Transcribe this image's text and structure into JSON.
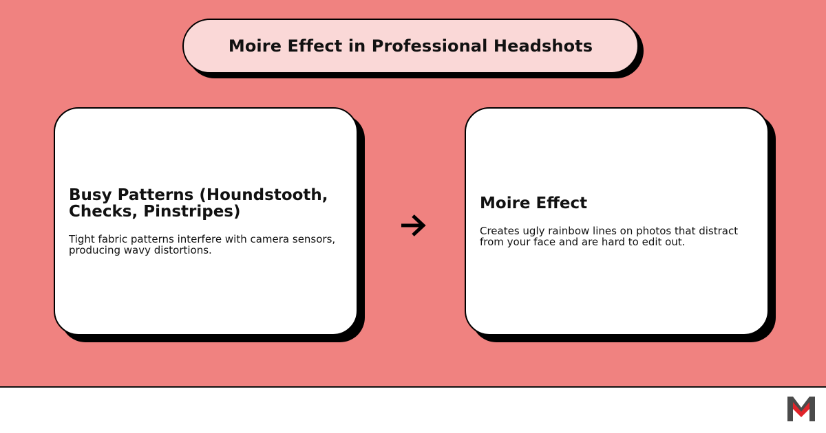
{
  "title": "Moire Effect in Professional Headshots",
  "cards": [
    {
      "heading": "Busy Patterns (Houndstooth, Checks, Pinstripes)",
      "body": "Tight fabric patterns interfere with camera sensors, producing wavy distortions."
    },
    {
      "heading": "Moire Effect",
      "body": "Creates ugly rainbow lines on photos that distract from your face and are hard to edit out."
    }
  ],
  "connector_icon": "arrow-right-icon",
  "logo_icon": "m-logo-icon",
  "colors": {
    "background": "#f08280",
    "title_fill": "#fad8d7",
    "card_fill": "#ffffff",
    "outline": "#000000",
    "logo_gray": "#4a4a4a",
    "logo_red": "#e0242a"
  }
}
